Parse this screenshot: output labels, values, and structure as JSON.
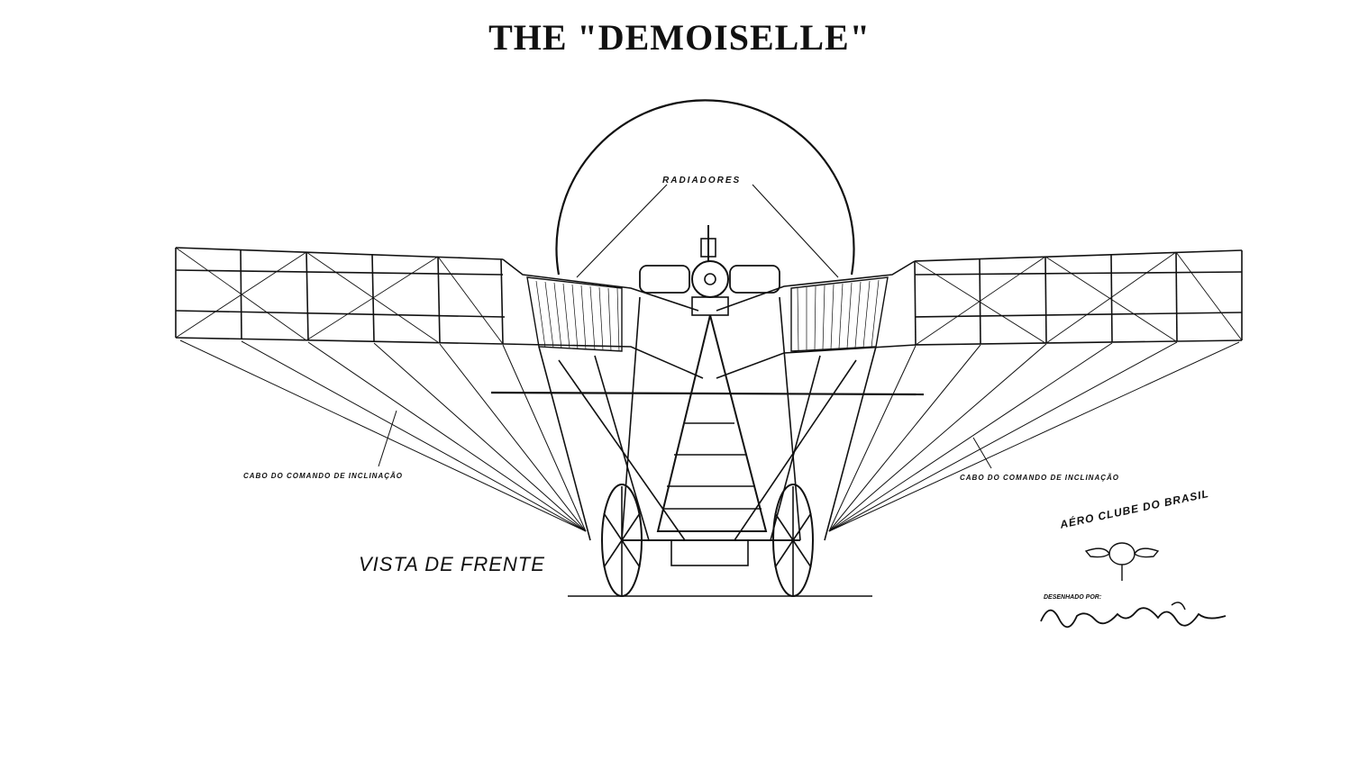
{
  "document": {
    "title": "THE \"DEMOISELLE\""
  },
  "labels": {
    "radiators": "RADIADORES",
    "cable_left": "CABO DO COMANDO DE INCLINAÇÃO",
    "cable_right": "CABO DO COMANDO DE INCLINAÇÃO",
    "view": "VISTA DE FRENTE",
    "club": "AÉRO CLUBE DO BRASIL",
    "drawn_by": "DESENHADO POR:"
  },
  "colors": {
    "ink": "#111111",
    "paper": "#ffffff"
  }
}
